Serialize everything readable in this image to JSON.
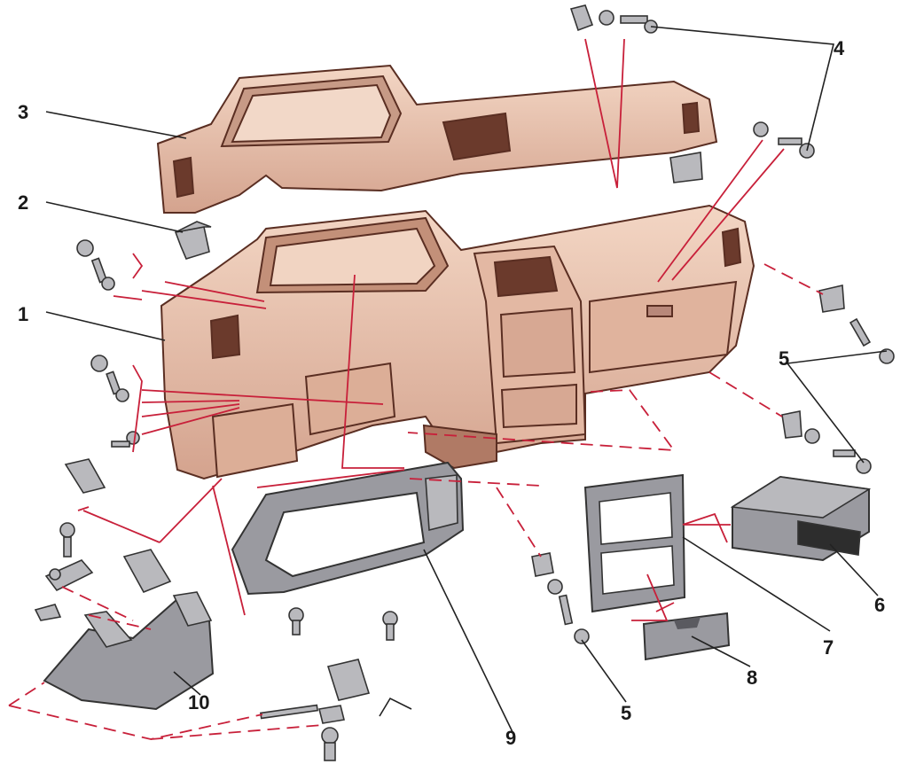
{
  "labels": {
    "l1": "1",
    "l2": "2",
    "l3": "3",
    "l4": "4",
    "l5a": "5",
    "l5b": "5",
    "l6": "6",
    "l7": "7",
    "l8": "8",
    "l9": "9",
    "l10": "10"
  },
  "colors": {
    "panel": "#e7c2ad",
    "panel_shadow": "#c38f79",
    "trim": "#9a9aa0",
    "leader_red": "#c8203a",
    "leader_black": "#222222"
  }
}
